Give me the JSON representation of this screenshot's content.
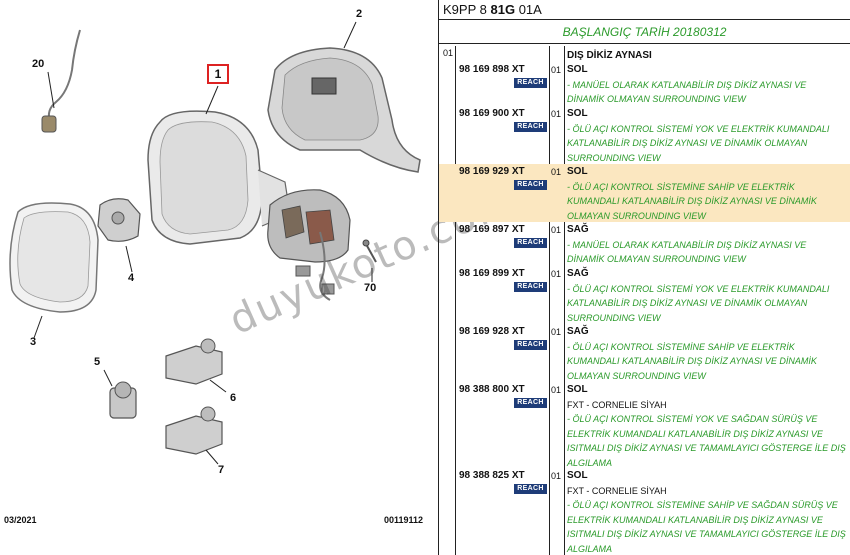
{
  "diagram": {
    "callouts": {
      "c1": "1",
      "c2": "2",
      "c3": "3",
      "c4": "4",
      "c5": "5",
      "c6": "6",
      "c7": "7",
      "c20": "20",
      "c70": "70"
    },
    "footer_left": "03/2021",
    "footer_right": "00119112",
    "watermark": "duyukoto.com",
    "colors": {
      "callout_box": "#dd2222"
    }
  },
  "parts": {
    "header_code_a": "K9PP 8",
    "header_code_b": "81G",
    "header_code_c": "01A",
    "start_date": "BAŞLANGIÇ TARİH 20180312",
    "group_level": "01",
    "group_title": "DIŞ DİKİZ AYNASI",
    "reach_label": "REACH",
    "colors": {
      "note": "#2a9a2a",
      "highlight": "#fbe7c0",
      "reach_bg": "#1e3c78"
    },
    "rows": [
      {
        "pn": "98 169 898 XT",
        "qty": "01",
        "side": "SOL",
        "plain": "",
        "note": "- MANÜEL OLARAK KATLANABİLİR DIŞ DİKİZ AYNASI VE DİNAMİK OLMAYAN SURROUNDING VIEW"
      },
      {
        "pn": "98 169 900 XT",
        "qty": "01",
        "side": "SOL",
        "plain": "",
        "note": "- ÖLÜ AÇI KONTROL SİSTEMİ YOK VE ELEKTRİK KUMANDALI KATLANABİLİR DIŞ DİKİZ AYNASI VE DİNAMİK OLMAYAN SURROUNDING VIEW"
      },
      {
        "pn": "98 169 929 XT",
        "qty": "01",
        "side": "SOL",
        "plain": "",
        "note": "- ÖLÜ AÇI KONTROL SİSTEMİNE SAHİP VE ELEKTRİK KUMANDALI KATLANABİLİR DIŞ DİKİZ AYNASI VE DİNAMİK OLMAYAN SURROUNDING VIEW"
      },
      {
        "pn": "98 169 897 XT",
        "qty": "01",
        "side": "SAĞ",
        "plain": "",
        "note": "- MANÜEL OLARAK KATLANABİLİR DIŞ DİKİZ AYNASI VE DİNAMİK OLMAYAN SURROUNDING VIEW"
      },
      {
        "pn": "98 169 899 XT",
        "qty": "01",
        "side": "SAĞ",
        "plain": "",
        "note": "- ÖLÜ AÇI KONTROL SİSTEMİ YOK VE ELEKTRİK KUMANDALI KATLANABİLİR DIŞ DİKİZ AYNASI VE DİNAMİK OLMAYAN SURROUNDING VIEW"
      },
      {
        "pn": "98 169 928 XT",
        "qty": "01",
        "side": "SAĞ",
        "plain": "",
        "note": "- ÖLÜ AÇI KONTROL SİSTEMİNE SAHİP VE ELEKTRİK KUMANDALI KATLANABİLİR DIŞ DİKİZ AYNASI VE DİNAMİK OLMAYAN SURROUNDING VIEW"
      },
      {
        "pn": "98 388 800 XT",
        "qty": "01",
        "side": "SOL",
        "plain": "FXT - CORNELIE SİYAH",
        "note": "- ÖLÜ AÇI KONTROL SİSTEMİ YOK VE SAĞDAN SÜRÜŞ VE ELEKTRİK KUMANDALI KATLANABİLİR DIŞ DİKİZ AYNASI VE ISITMALI DIŞ DİKİZ AYNASI VE TAMAMLAYICI GÖSTERGE İLE DIŞ ALGILAMA"
      },
      {
        "pn": "98 388 825 XT",
        "qty": "01",
        "side": "SOL",
        "plain": "FXT - CORNELIE SİYAH",
        "note": "- ÖLÜ AÇI KONTROL SİSTEMİNE SAHİP VE SAĞDAN SÜRÜŞ VE ELEKTRİK KUMANDALI KATLANABİLİR DIŞ DİKİZ AYNASI VE ISITMALI DIŞ DİKİZ AYNASI VE TAMAMLAYICI GÖSTERGE İLE DIŞ ALGILAMA"
      }
    ]
  }
}
